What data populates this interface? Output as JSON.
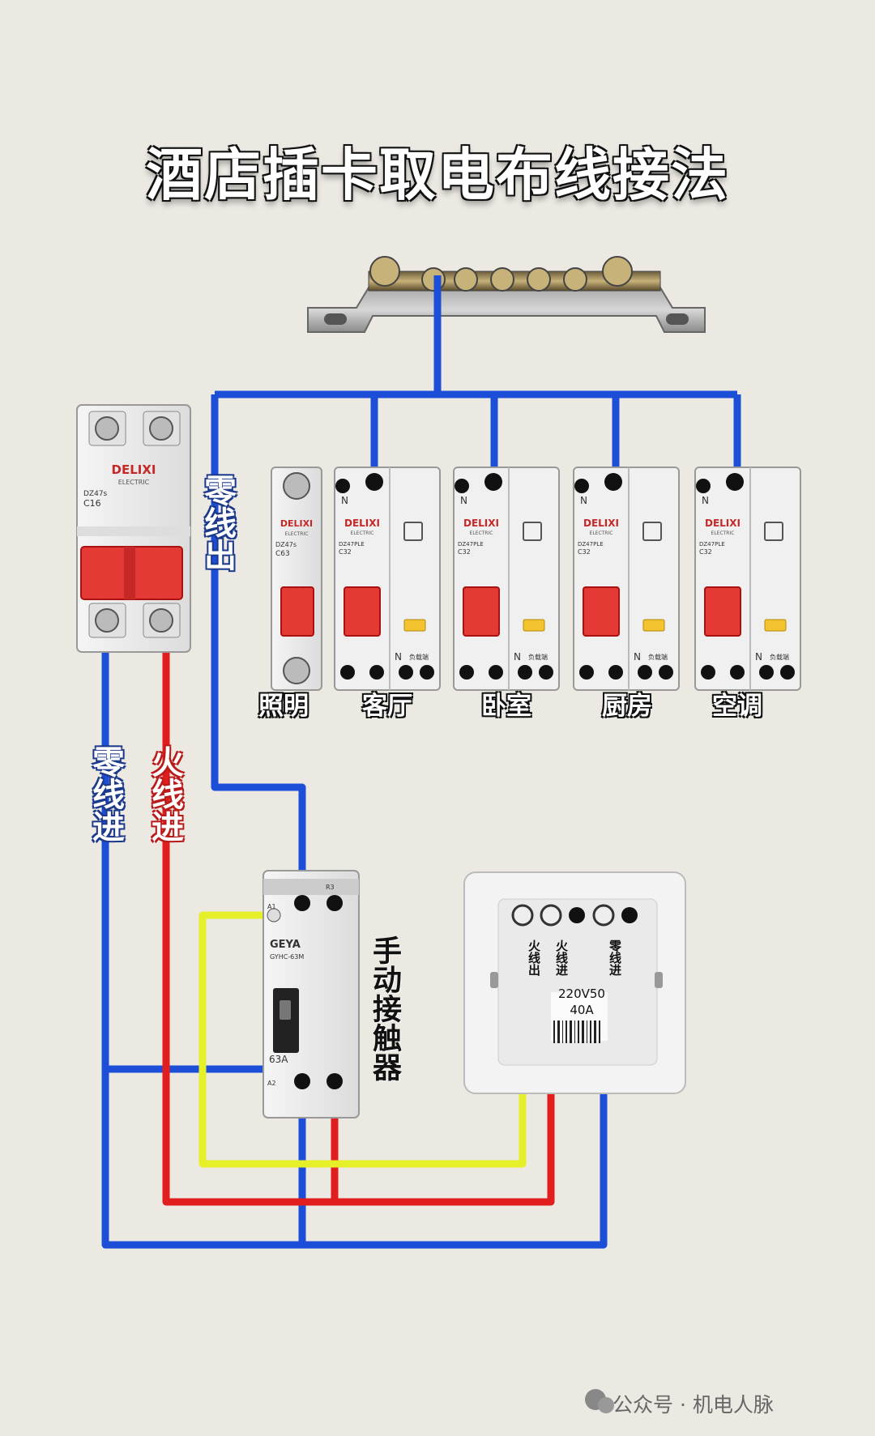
{
  "title": "酒店插卡取电布线接法",
  "labels": {
    "neutral_out": "零线出",
    "neutral_in": "零线进",
    "live_in": "火线进",
    "contactor": "手动接触器"
  },
  "circuits": [
    "照明",
    "客厅",
    "卧室",
    "厨房",
    "空调"
  ],
  "main_breaker": {
    "brand": "DELIXI",
    "sub": "ELECTRIC",
    "model": "DZ47s",
    "rating": "C16"
  },
  "small_breaker": {
    "brand": "DELIXI",
    "sub": "ELECTRIC",
    "model": "DZ47s",
    "rating": "C63"
  },
  "rcbo": {
    "brand": "DELIXI",
    "sub": "ELECTRIC",
    "model": "DZ47PLE",
    "rating": "C32",
    "n_label": "N",
    "load_label": "负载端"
  },
  "contactor_device": {
    "brand": "GEYA",
    "model": "GYHC-63M",
    "rating": "63A",
    "terminals": [
      "A1",
      "R3",
      "A2"
    ]
  },
  "card_switch": {
    "live_out": "火线出",
    "live_in": "火线进",
    "neutral_in": "零线进",
    "spec": "220V50",
    "current": "40A"
  },
  "watermark": "公众号 · 机电人脉",
  "colors": {
    "live": "#e11d1d",
    "neutral": "#1d4ed8",
    "control": "#e6f028",
    "background": "#ece9e3"
  }
}
